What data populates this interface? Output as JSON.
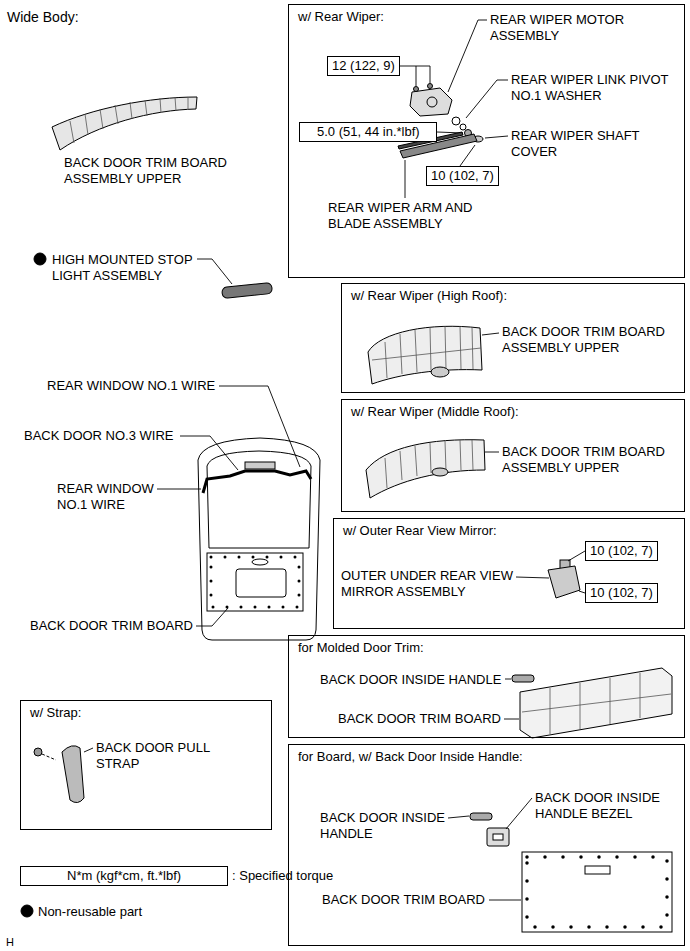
{
  "diagram": {
    "title": "Wide Body:",
    "nodes": [
      {
        "text": [
          "w/ Rear Wiper:",
          "REAR WIPER MOTOR ASSEMBLY",
          "REAR WIPER LINK PIVOT NO.1 WASHER",
          "REAR WIPER SHAFT COVER",
          "REAR WIPER ARM AND BLADE ASSEMBLY"
        ]
      },
      {
        "text": [
          "12 (122, 9)"
        ],
        "in": 0
      },
      {
        "text": [
          "5.0 (51, 44 in.*lbf)"
        ],
        "in": 0
      },
      {
        "text": [
          "10 (102, 7)"
        ],
        "in": 0
      },
      {
        "text": [
          "w/ Rear Wiper (High Roof):",
          "BACK DOOR TRIM BOARD ASSEMBLY UPPER"
        ]
      },
      {
        "text": [
          "w/ Rear Wiper (Middle Roof):",
          "BACK DOOR TRIM BOARD ASSEMBLY UPPER"
        ]
      },
      {
        "text": [
          "w/ Outer Rear View Mirror:",
          "OUTER UNDER REAR VIEW MIRROR ASSEMBLY"
        ]
      },
      {
        "text": [
          "10 (102, 7)"
        ],
        "in": 6
      },
      {
        "text": [
          "10 (102, 7)"
        ],
        "in": 6
      },
      {
        "text": [
          "for Molded Door Trim:",
          "BACK DOOR INSIDE HANDLE",
          "BACK DOOR TRIM BOARD"
        ]
      },
      {
        "text": [
          "for Board, w/ Back Door Inside Handle:",
          "BACK DOOR INSIDE HANDLE",
          "BACK DOOR INSIDE HANDLE BEZEL",
          "BACK DOOR TRIM BOARD"
        ]
      },
      {
        "text": [
          "w/ Strap:",
          "BACK DOOR PULL STRAP"
        ]
      },
      {
        "text": [
          "N*m (kgf*cm, ft.*lbf)"
        ]
      }
    ],
    "labels": [
      "BACK DOOR TRIM BOARD ASSEMBLY UPPER",
      "HIGH MOUNTED STOP LIGHT ASSEMBLY",
      "REAR WINDOW NO.1 WIRE",
      "BACK DOOR NO.3 WIRE",
      "REAR WINDOW NO.1 WIRE",
      "BACK DOOR TRIM BOARD",
      "H"
    ],
    "legend": [
      {
        "text": ": Specified torque"
      },
      {
        "text": "Non-reusable part"
      }
    ]
  }
}
